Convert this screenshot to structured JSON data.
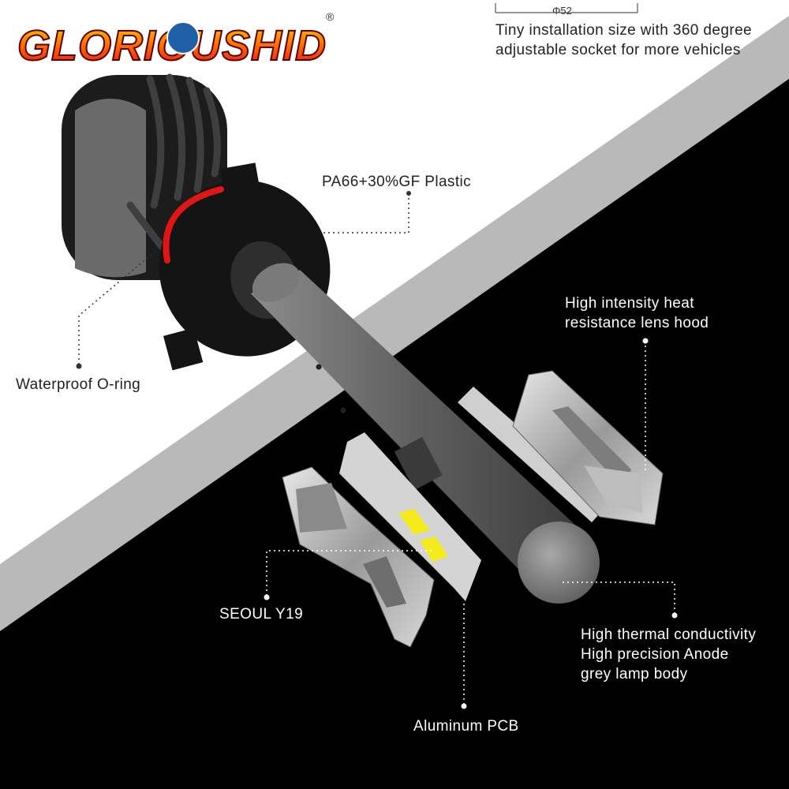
{
  "brand": {
    "name": "GLORIOUSHID",
    "registered_mark": "®",
    "colors": {
      "gradient_top": "#f6d000",
      "gradient_mid": "#ff6a00",
      "gradient_bottom": "#e0101a",
      "outline": "#5a0000"
    }
  },
  "dimension": {
    "label": "Φ52"
  },
  "callouts": {
    "install": [
      "Tiny installation size with 360 degree",
      "adjustable socket for more vehicles"
    ],
    "plastic": [
      "PA66+30%GF Plastic"
    ],
    "oring": [
      "Waterproof O-ring"
    ],
    "lens_hood": [
      "High intensity heat",
      "resistance lens hood"
    ],
    "led": [
      "SEOUL Y19"
    ],
    "body": [
      "High thermal conductivity",
      "High precision Anode",
      "grey lamp body"
    ],
    "pcb": [
      "Aluminum PCB"
    ]
  },
  "colors": {
    "background_light": "#ffffff",
    "background_dark": "#000000",
    "band_grey": "#b5b5b5",
    "o_ring": "#e01515",
    "led_chip": "#f4ea1c",
    "body_grey": "#6f6f6f"
  }
}
